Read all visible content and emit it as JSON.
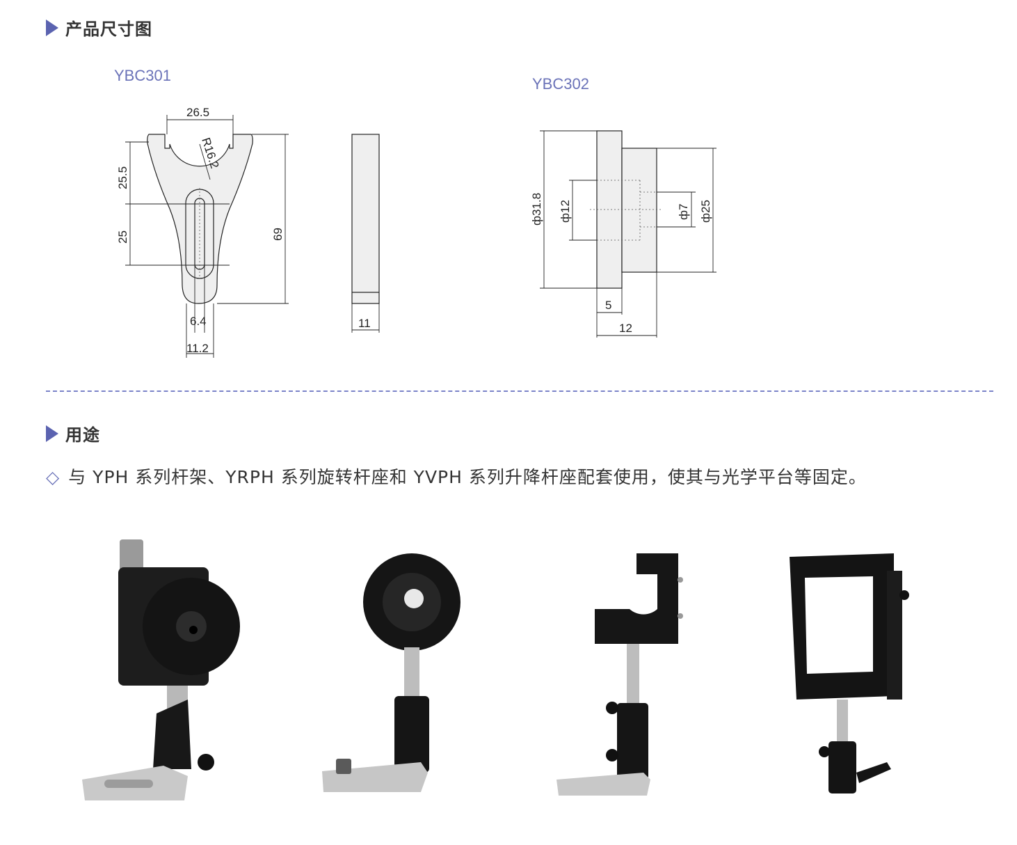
{
  "sections": {
    "dimensions_title": "产品尺寸图",
    "usage_title": "用途"
  },
  "models": {
    "left": "YBC301",
    "right": "YBC302"
  },
  "ybc301_dims": {
    "top_width": "26.5",
    "radius": "R16.2",
    "upper_height": "25.5",
    "slot_height": "25",
    "total_height": "69",
    "slot_width": "6.4",
    "base_width": "11.2",
    "thickness": "11"
  },
  "ybc302_dims": {
    "outer_dia": "ф31.8",
    "inner_dia": "ф12",
    "hole_dia": "ф7",
    "boss_dia": "ф25",
    "flange_thickness": "5",
    "total_length": "12"
  },
  "usage": {
    "bullet": "◇",
    "text": "与 YPH 系列杆架、YRPH 系列旋转杆座和 YVPH 系列升降杆座配套使用，使其与光学平台等固定。"
  },
  "photos": [
    {
      "name": "rotation-stage-mount-photo"
    },
    {
      "name": "lens-holder-mount-photo"
    },
    {
      "name": "kinematic-mount-photo"
    },
    {
      "name": "rectangular-frame-mount-photo"
    }
  ]
}
